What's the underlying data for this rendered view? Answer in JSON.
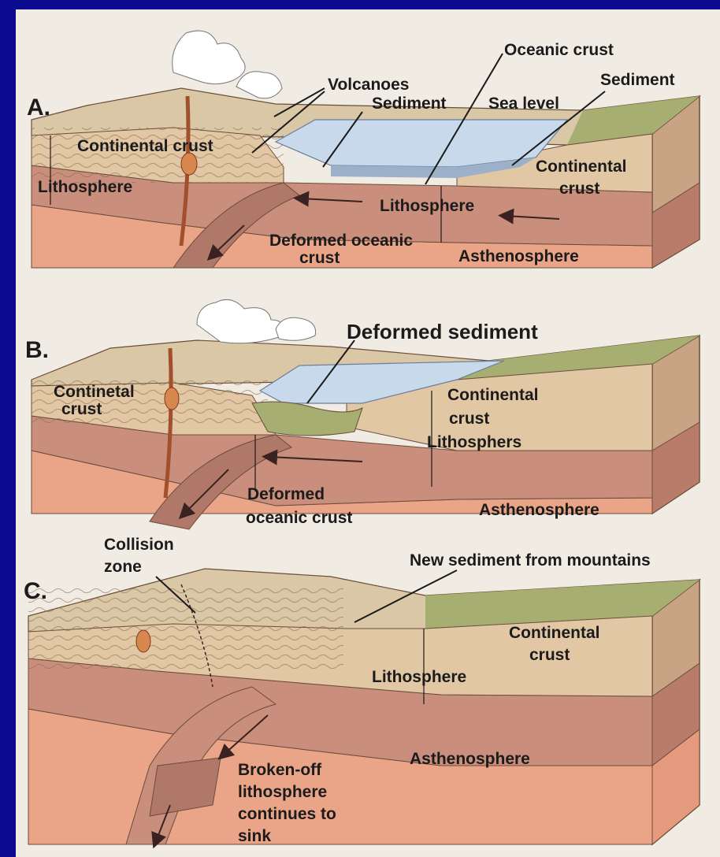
{
  "panels": {
    "a": {
      "letter": "A.",
      "labels": {
        "volcanoes": "Volcanoes",
        "oceanic_crust": "Oceanic crust",
        "sediment_left": "Sediment",
        "sea_level": "Sea level",
        "sediment_right": "Sediment",
        "continental_crust_left": "Continental crust",
        "lithosphere_left": "Lithosphere",
        "continental_right_1": "Continental",
        "continental_right_2": "crust",
        "lithosphere_center": "Lithosphere",
        "deformed_1": "Deformed oceanic",
        "deformed_2": "crust",
        "asthenosphere": "Asthenosphere"
      }
    },
    "b": {
      "letter": "B.",
      "labels": {
        "deformed_sediment": "Deformed sediment",
        "continetal_1": "Continetal",
        "continetal_2": "crust",
        "continental_1": "Continental",
        "continental_2": "crust",
        "lithosphers": "Lithosphers",
        "deformed_1": "Deformed",
        "deformed_2": "oceanic crust",
        "asthenosphere": "Asthenosphere"
      }
    },
    "c": {
      "letter": "C.",
      "labels": {
        "collision_1": "Collision",
        "collision_2": "zone",
        "new_sediment": "New sediment from mountains",
        "continental_1": "Continental",
        "continental_2": "crust",
        "lithosphere": "Lithosphere",
        "asthenosphere": "Asthenosphere",
        "broken_1": "Broken-off",
        "broken_2": "lithosphere",
        "broken_3": "continues to",
        "broken_4": "sink"
      }
    }
  },
  "colors": {
    "background": "#0b0b8f",
    "paper": "#f1ece3",
    "continental_crust": "#e2c7a4",
    "lithosphere": "#c98e7c",
    "asthenosphere": "#eaa488",
    "water": "#c9d9ec",
    "grass": "#a7ae72",
    "volcano_plume": "#ffffff"
  }
}
